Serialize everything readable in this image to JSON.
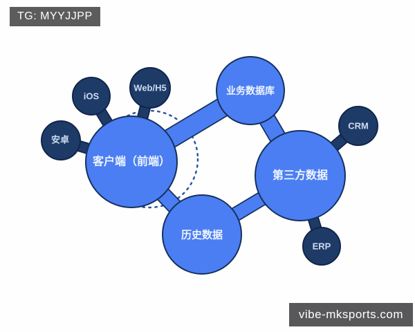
{
  "watermarks": {
    "tg_badge": "TG: MYYJJPP",
    "site_badge": "vibe-mksports.com"
  },
  "colors": {
    "node_primary_blue": "#4b7ef2",
    "node_primary_outline": "#16305c",
    "node_secondary_navy": "#1e3b68",
    "node_secondary_outline": "#10254a",
    "dashed_ring": "#2a55a5",
    "tg_badge_bg": "#5c5c5c",
    "site_badge_bg": "#58585a",
    "canvas_bg": "#fefefe",
    "label_on_blue": "#eef4fe",
    "label_on_dark": "#ccdcf1"
  },
  "diagram": {
    "type": "bubble-network",
    "nodes": [
      {
        "id": "client",
        "label": "客户端（前端）",
        "role": "primary"
      },
      {
        "id": "business-db",
        "label": "业务数据库",
        "role": "primary"
      },
      {
        "id": "third-party",
        "label": "第三方数据",
        "role": "primary"
      },
      {
        "id": "history",
        "label": "历史数据",
        "role": "primary"
      },
      {
        "id": "android",
        "label": "安卓",
        "role": "secondary"
      },
      {
        "id": "ios",
        "label": "iOS",
        "role": "secondary"
      },
      {
        "id": "web-h5",
        "label": "Web/H5",
        "role": "secondary"
      },
      {
        "id": "crm",
        "label": "CRM",
        "role": "secondary"
      },
      {
        "id": "erp",
        "label": "ERP",
        "role": "secondary"
      }
    ],
    "edges": [
      {
        "from": "client",
        "to": "business-db"
      },
      {
        "from": "business-db",
        "to": "third-party"
      },
      {
        "from": "client",
        "to": "history"
      },
      {
        "from": "history",
        "to": "third-party"
      },
      {
        "from": "android",
        "to": "client"
      },
      {
        "from": "ios",
        "to": "client"
      },
      {
        "from": "web-h5",
        "to": "client"
      },
      {
        "from": "crm",
        "to": "third-party"
      },
      {
        "from": "erp",
        "to": "third-party"
      }
    ]
  }
}
